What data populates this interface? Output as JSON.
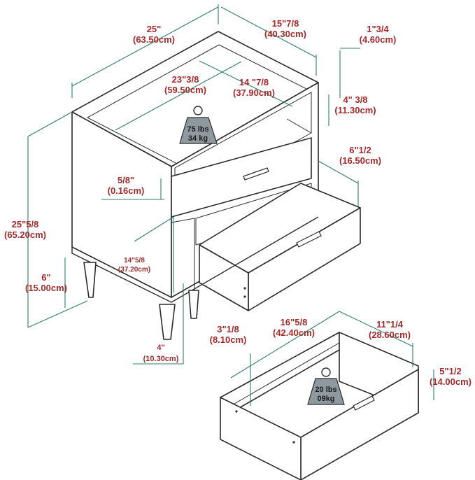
{
  "colors": {
    "dimension_text": "#a52a2a",
    "dimension_line": "#2e7d6b",
    "outline": "#2b2b2b",
    "weight_fill": "#8e9aa0"
  },
  "cabinet": {
    "width_in": "25\"",
    "width_cm": "(63.50cm)",
    "depth_in": "15\"7/8",
    "depth_cm": "(40.30cm)",
    "inner_width_in": "23\"3/8",
    "inner_width_cm": "(59.50cm)",
    "inner_depth_in": "14 \"7/8",
    "inner_depth_cm": "(37.90cm)",
    "top_thickness_in": "1\"3/4",
    "top_thickness_cm": "(4.60cm)",
    "shelf_height_in": "4\" 3/8",
    "shelf_height_cm": "(11.30cm)",
    "panel_in": "5/8\"",
    "panel_cm": "(0.16cm)",
    "drawer_extension_in": "6\"1/2",
    "drawer_extension_cm": "(16.50cm)",
    "height_in": "25\"5/8",
    "height_cm": "(65.20cm)",
    "leg_height_in": "6\"",
    "leg_height_cm": "(15.00cm)",
    "open_height_in": "14\"5/8",
    "open_height_cm": "(37.20cm)",
    "leg_width_in": "4\"",
    "leg_width_cm": "(10.30cm)",
    "weight_lbs": "75 lbs",
    "weight_kg": "34 kg"
  },
  "drawer": {
    "front_in": "3\"1/8",
    "front_cm": "(8.10cm)",
    "width_in": "16\"5/8",
    "width_cm": "(42.40cm)",
    "depth_in": "11\"1/4",
    "depth_cm": "(28.60cm)",
    "height_in": "5\"1/2",
    "height_cm": "(14.00cm)",
    "weight_lbs": "20 lbs",
    "weight_kg": "09kg"
  }
}
